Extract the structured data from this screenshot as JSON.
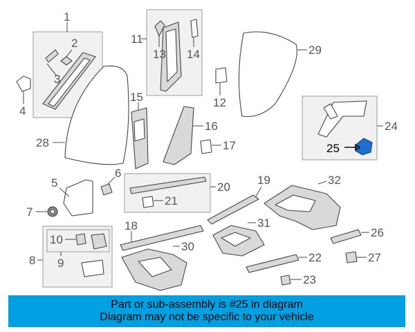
{
  "callouts": {
    "c1": "1",
    "c2": "2",
    "c3": "3",
    "c4": "4",
    "c5": "5",
    "c6": "6",
    "c7": "7",
    "c8": "8",
    "c9": "9",
    "c10": "10",
    "c11": "11",
    "c12": "12",
    "c13": "13",
    "c14": "14",
    "c15": "15",
    "c16": "16",
    "c17": "17",
    "c18": "18",
    "c19": "19",
    "c20": "20",
    "c21": "21",
    "c22": "22",
    "c23": "23",
    "c24": "24",
    "c25": "25",
    "c26": "26",
    "c27": "27",
    "c28": "28",
    "c29": "29",
    "c30": "30",
    "c31": "31",
    "c32": "32"
  },
  "highlight": {
    "part_number": "25",
    "color": "#1f6fd1"
  },
  "banner": {
    "line1": "Part or sub-assembly is #25 in diagram",
    "line2": "Diagram may not be specific to your vehicle",
    "color": "#00a0e3"
  }
}
